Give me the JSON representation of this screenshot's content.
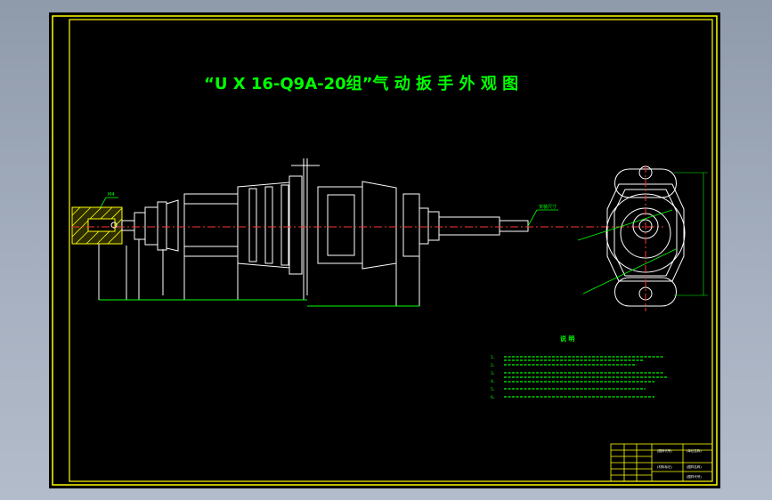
{
  "drawing": {
    "title": "“U X 16-Q9A-20组”气 动 扳 手 外 观 图",
    "left_tag": "M4",
    "right_tag": "安装尺寸",
    "notes_heading": "说  明",
    "notes_numbers": [
      "1、",
      "2、",
      "3、",
      "4、",
      "5、",
      "6、"
    ],
    "title_block_cells": [
      "(图样代号)",
      "(材料标记)",
      "(单位名称)",
      "(图样名称)",
      "(图样代号)"
    ]
  },
  "colors": {
    "frame": "#ffff00",
    "title": "#00ff00",
    "outline": "#ffffff",
    "dimension": "#00ff00",
    "centerline": "#ff3333",
    "accent": "#00ffff"
  }
}
